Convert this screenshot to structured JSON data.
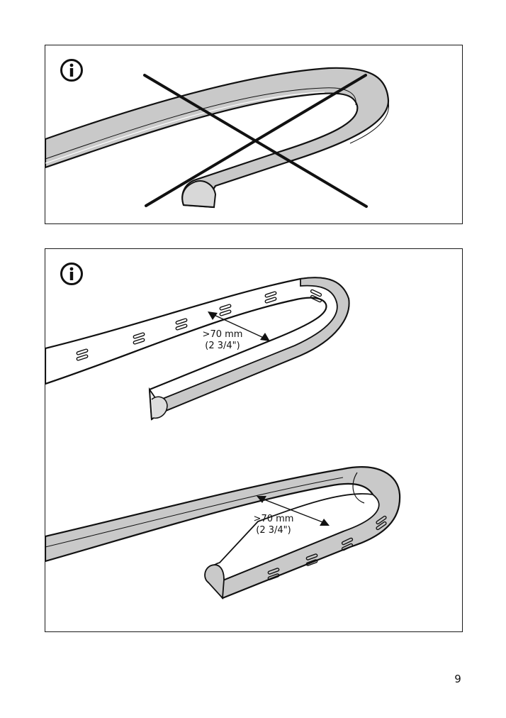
{
  "page_number": "9",
  "top_panel": {
    "icon": "info-icon",
    "status": "incorrect (crossed out)"
  },
  "bottom_panel": {
    "icon": "info-icon",
    "dimension_1": {
      "metric": ">70 mm",
      "imperial": "(2 3/4\")"
    },
    "dimension_2": {
      "metric": ">70 mm",
      "imperial": "(2 3/4\")"
    }
  },
  "colors": {
    "strip_fill": "#c9c9c9",
    "line": "#111111"
  }
}
